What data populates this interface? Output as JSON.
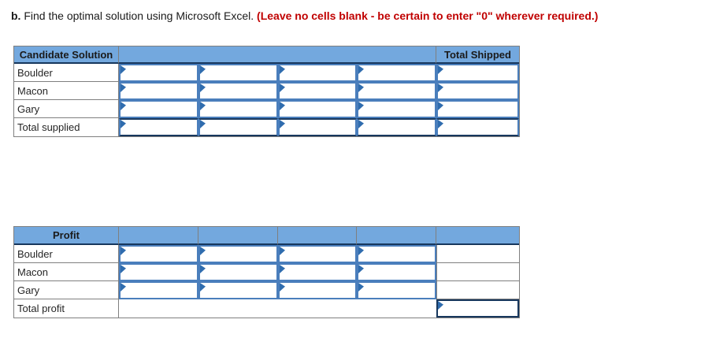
{
  "title": {
    "prefix": "b.",
    "text": " Find the optimal solution using Microsoft Excel. ",
    "warning": "(Leave no cells blank - be certain to enter \"0\" wherever required.)"
  },
  "colors": {
    "header_blue": "#73a8de",
    "input_border_blue": "#4a7ebc",
    "total_border_navy": "#17375d",
    "grid_gray": "#7f7f7f",
    "warning_red": "#c00000"
  },
  "shipment_table": {
    "corner_header": "Candidate Solution",
    "total_header": "Total Shipped",
    "rows": [
      {
        "label": "Boulder",
        "values": [
          "",
          "",
          "",
          "",
          ""
        ],
        "is_total": false
      },
      {
        "label": "Macon",
        "values": [
          "",
          "",
          "",
          "",
          ""
        ],
        "is_total": false
      },
      {
        "label": "Gary",
        "values": [
          "",
          "",
          "",
          "",
          ""
        ],
        "is_total": false
      },
      {
        "label": "Total supplied",
        "values": [
          "",
          "",
          "",
          "",
          ""
        ],
        "is_total": true
      }
    ]
  },
  "profit_table": {
    "corner_header": "Profit",
    "rows": [
      {
        "label": "Boulder",
        "values": [
          "",
          "",
          "",
          ""
        ]
      },
      {
        "label": "Macon",
        "values": [
          "",
          "",
          "",
          ""
        ]
      },
      {
        "label": "Gary",
        "values": [
          "",
          "",
          "",
          ""
        ]
      }
    ],
    "total_row": {
      "label": "Total profit",
      "value": ""
    }
  }
}
